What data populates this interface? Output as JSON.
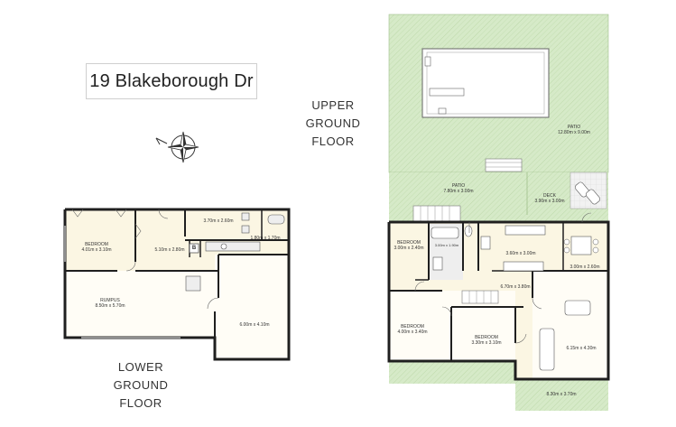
{
  "title": "19 Blakeborough Dr",
  "upper_floor_label": [
    "UPPER",
    "GROUND",
    "FLOOR"
  ],
  "lower_floor_label": [
    "LOWER",
    "GROUND FLOOR"
  ],
  "colors": {
    "wall": "#1f1f1f",
    "floor": "#fbf6e3",
    "lawn": "#d3e8c4",
    "lawn_hatch": "#b9d6a6",
    "paving": "#dcdcdc",
    "bath": "#e9e9e9"
  },
  "lower_rooms": {
    "bedroom": {
      "name": "BEDROOM",
      "dims": "4.01m x 3.10m"
    },
    "hall": {
      "dims": "5.10m x 2.80m"
    },
    "laundry": {
      "dims": "3.70m x 2.60m"
    },
    "small": {
      "dims": "1.80m x 1.70m"
    },
    "rumpus": {
      "name": "RUMPUS",
      "dims": "8.50m x 5.70m"
    },
    "garage": {
      "dims": "6.00m x 4.10m"
    },
    "b_mark": "B"
  },
  "upper_rooms": {
    "patio_top": {
      "name": "PATIO",
      "dims": "12.80m x 9.00m"
    },
    "patio_mid": {
      "name": "PATIO",
      "dims": "7.80m x 3.00m"
    },
    "deck": {
      "name": "DECK",
      "dims": "3.90m x 3.00m"
    },
    "bedroom1": {
      "name": "BEDROOM",
      "dims": "3.00m x 2.40m"
    },
    "bath": {
      "dims": "3.00m x 1.90m"
    },
    "kitchen": {
      "dims": "3.60m x 3.00m"
    },
    "dining": {
      "dims": "3.00m x 2.60m"
    },
    "hall": {
      "dims": "6.70m x 3.80m"
    },
    "bedroom2": {
      "name": "BEDROOM",
      "dims": "4.00m x 3.40m"
    },
    "bedroom3": {
      "name": "BEDROOM",
      "dims": "3.30m x 3.10m"
    },
    "living": {
      "dims": "6.15m x 4.30m"
    },
    "patio_bottom": {
      "dims": "8.30m x 3.70m"
    }
  }
}
